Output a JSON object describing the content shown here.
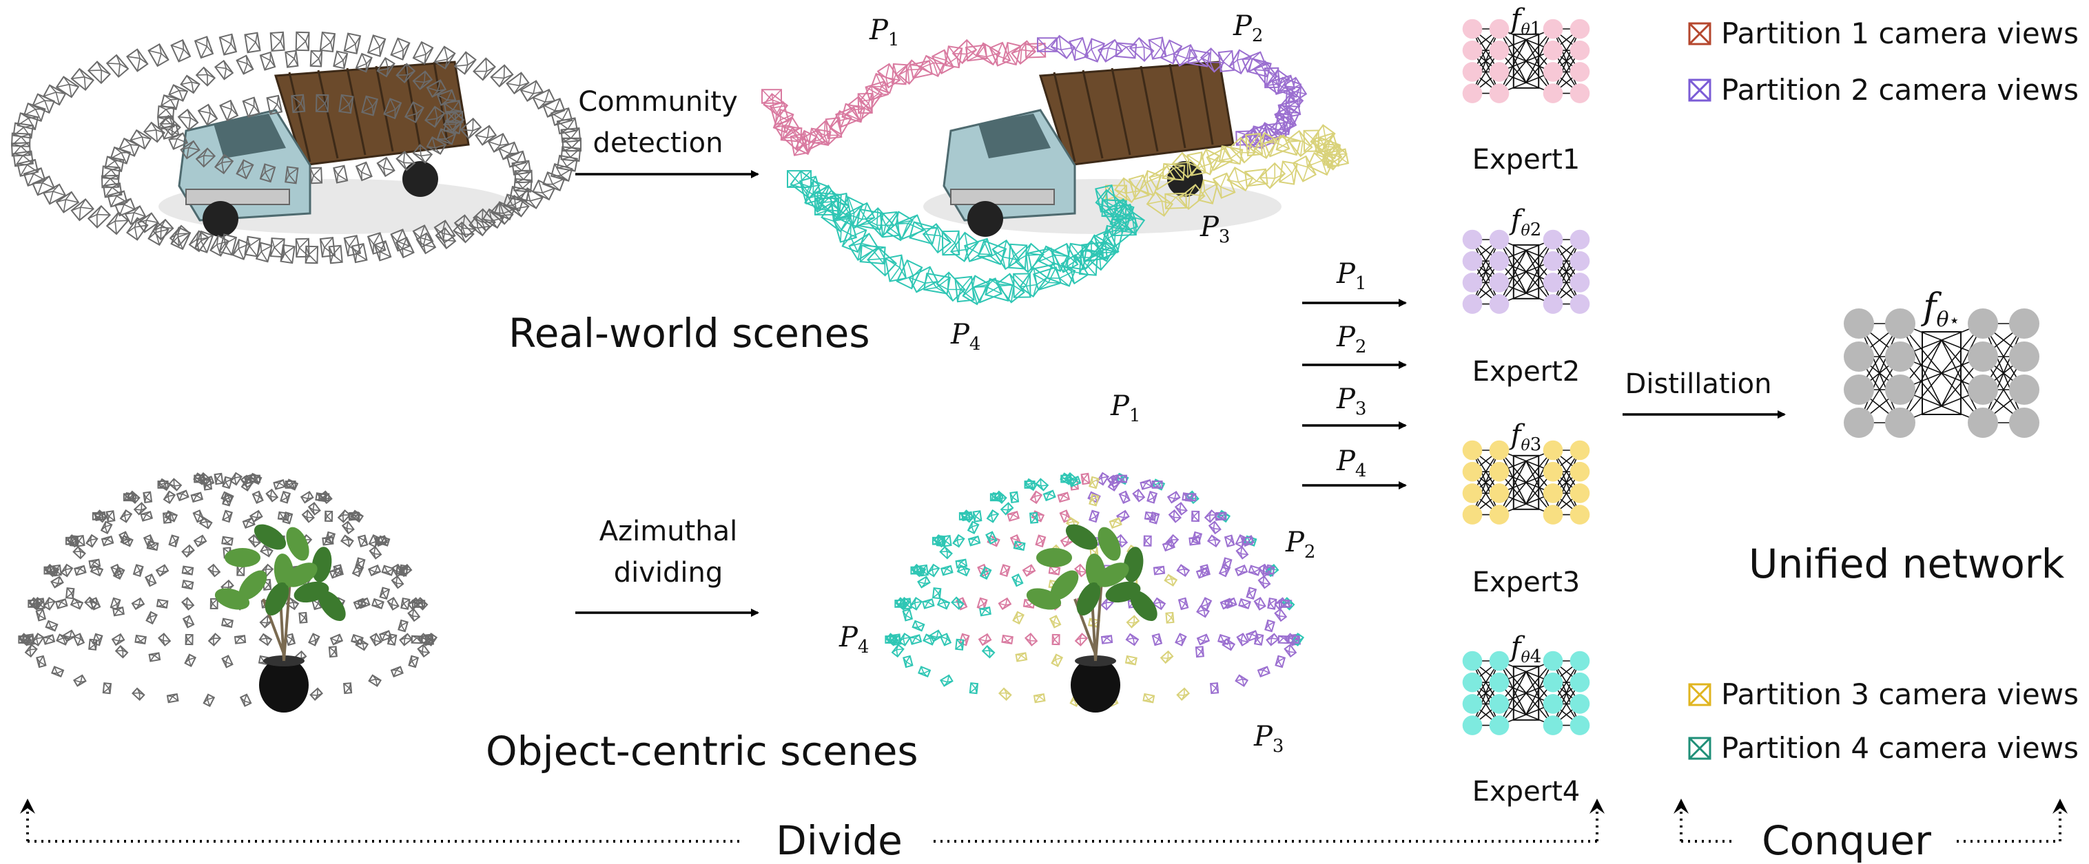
{
  "legend_top": [
    {
      "label": "Partition 1 camera views",
      "color": "#b5472e"
    },
    {
      "label": "Partition 2 camera views",
      "color": "#7b5cd6"
    }
  ],
  "legend_bottom": [
    {
      "label": "Partition 3 camera views",
      "color": "#e0b520"
    },
    {
      "label": "Partition 4 camera views",
      "color": "#1f8f78"
    }
  ],
  "labels": {
    "community_line1": "Community",
    "community_line2": "detection",
    "azimuthal_line1": "Azimuthal",
    "azimuthal_line2": "dividing",
    "real_world": "Real-world scenes",
    "object_centric": "Object-centric scenes",
    "distillation": "Distillation",
    "unified": "Unified network",
    "divide": "Divide",
    "conquer": "Conquer"
  },
  "partitions": {
    "p": "P",
    "n1": "1",
    "n2": "2",
    "n3": "3",
    "n4": "4"
  },
  "experts": [
    {
      "name": "Expert1",
      "sym": "f",
      "sub": "θ",
      "idx": "1",
      "color": "#f7c8d6"
    },
    {
      "name": "Expert2",
      "sym": "f",
      "sub": "θ",
      "idx": "2",
      "color": "#d9c6ee"
    },
    {
      "name": "Expert3",
      "sym": "f",
      "sub": "θ",
      "idx": "3",
      "color": "#f8df82"
    },
    {
      "name": "Expert4",
      "sym": "f",
      "sub": "θ",
      "idx": "4",
      "color": "#7eeadf"
    }
  ],
  "unified_symbol": {
    "sym": "f",
    "sub": "θ",
    "star": "⋆",
    "color": "#b8b8b8"
  },
  "colors": {
    "p1": "#d97aa0",
    "p2": "#9b6fd0",
    "p3": "#d9d27a",
    "p4": "#2fc6b4",
    "gray": "#6b6b6b"
  }
}
